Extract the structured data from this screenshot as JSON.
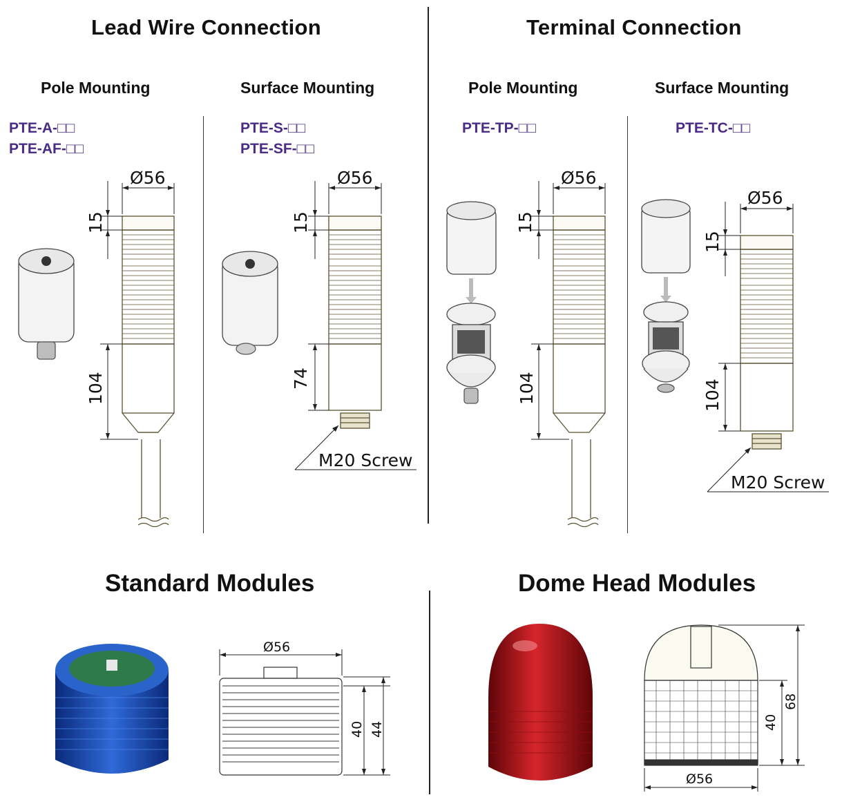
{
  "sections": {
    "lead_wire": "Lead Wire Connection",
    "terminal": "Terminal Connection",
    "standard_modules": "Standard  Modules",
    "dome_modules": "Dome Head Modules"
  },
  "mounting": {
    "pole": "Pole Mounting",
    "surface": "Surface Mounting"
  },
  "models": {
    "lw_pole_1": "PTE-A-□□",
    "lw_pole_2": "PTE-AF-□□",
    "lw_surface_1": "PTE-S-□□",
    "lw_surface_2": "PTE-SF-□□",
    "tc_pole": "PTE-TP-□□",
    "tc_surface": "PTE-TC-□□"
  },
  "dimensions": {
    "diameter": "Ø56",
    "cap_height": "15",
    "pole_body_height": "104",
    "surface_body_height": "74",
    "tc_surface_body_height": "104",
    "screw": "M20 Screw",
    "std_module_inner": "40",
    "std_module_outer": "44",
    "dome_inner": "40",
    "dome_outer": "68"
  },
  "colors": {
    "model_text": "#4a2c86",
    "blue_module": "#1f4fb0",
    "red_dome": "#c0151a",
    "drawing_line": "#5b5230"
  }
}
